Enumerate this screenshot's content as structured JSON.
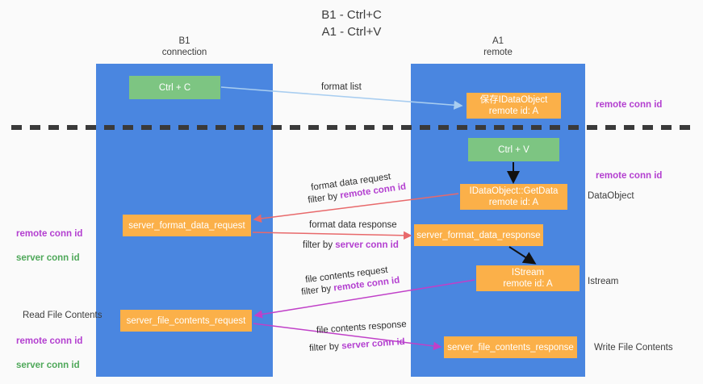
{
  "title": "B1 - Ctrl+C\nA1 - Ctrl+V",
  "columns": {
    "left": {
      "title": "B1\nconnection",
      "color": "#4a86e0"
    },
    "right": {
      "title": "A1\nremote",
      "color": "#4a86e0"
    }
  },
  "colors": {
    "column_blue": "#4a86e0",
    "box_green": "#7dc582",
    "box_orange": "#fbb049",
    "remote_conn_magenta": "#b33fd0",
    "server_conn_green": "#4fa85a",
    "arrow_light_blue": "#a8cdf0",
    "arrow_red": "#e8696b",
    "arrow_magenta": "#c040c8",
    "arrow_black": "#000000",
    "divider_dash": "#3a3a3a"
  },
  "boxes": {
    "ctrl_c": "Ctrl + C",
    "ctrl_v": "Ctrl + V",
    "save_idataobject": "保存IDataObject\nremote id: A",
    "getdata": "IDataObject::GetData\nremote id: A",
    "istream": "IStream\nremote id: A",
    "server_format_data_request": "server_format_data_request",
    "server_format_data_response": "server_format_data_response",
    "server_file_contents_request": "server_file_contents_request",
    "server_file_contents_response": "server_file_contents_response"
  },
  "side_labels": {
    "remote_conn_id": "remote conn id",
    "server_conn_id": "server conn id",
    "dataobject": "DataObject",
    "istream": "Istream",
    "read_file_contents": "Read File Contents",
    "write_file_contents": "Write File Contents"
  },
  "edges": {
    "format_list": "format list",
    "format_data_request": "format data request",
    "format_data_response": "format data response",
    "file_contents_request": "file contents request",
    "file_contents_response": "file contents response",
    "filter_by": "filter by "
  }
}
